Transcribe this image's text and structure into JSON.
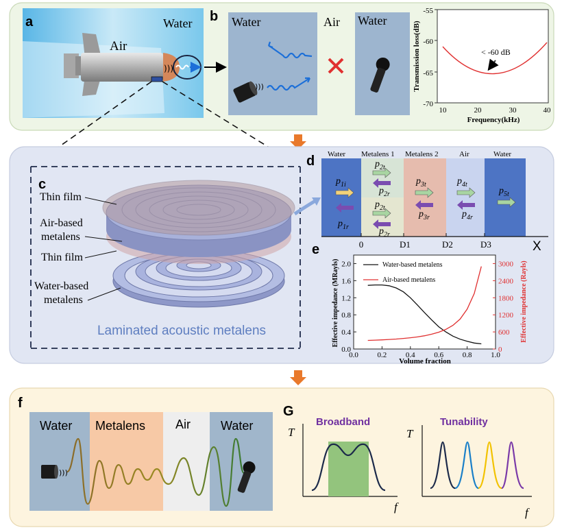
{
  "colors": {
    "panel_top_bg": "#eef5e6",
    "panel_mid_bg": "#e1e6f3",
    "panel_bot_bg": "#fdf4df",
    "water_blue": "#9db5cf",
    "deep_blue": "#4d74c4",
    "metalens1": "#d7e4d6",
    "metalens2": "#e6bcae",
    "air_light": "#c9d4ef",
    "orange_arrow": "#e9792b",
    "red": "#e03030",
    "purple_text": "#7030a0"
  },
  "panel_a": {
    "letter": "a",
    "water_label": "Water",
    "air_label": "Air"
  },
  "panel_b": {
    "letter": "b",
    "water_left": "Water",
    "air_mid": "Air",
    "water_right": "Water",
    "chart": {
      "ylabel": "Transmission loss(dB)",
      "xlabel": "Frequency(kHz)",
      "annotation": "< -60 dB",
      "xticks": [
        "10",
        "20",
        "30",
        "40"
      ],
      "yticks": [
        "-55",
        "-60",
        "-65",
        "-70"
      ]
    }
  },
  "panel_c": {
    "letter": "c",
    "labels": {
      "thin_film_top": "Thin film",
      "air_metalens_1": "Air-based",
      "air_metalens_2": "metalens",
      "thin_film_bottom": "Thin film",
      "water_metalens_1": "Water-based",
      "water_metalens_2": "metalens"
    },
    "caption": "Laminated acoustic metalens"
  },
  "panel_d": {
    "letter": "d",
    "regions": [
      "Water",
      "Metalens 1",
      "Metalens 2",
      "Air",
      "Water"
    ],
    "waves": {
      "p1i": "p",
      "p1i_sub": "1i",
      "p1r": "p",
      "p1r_sub": "1r",
      "p2t_a": "p",
      "p2t_a_sub": "2t",
      "p2r_a": "p",
      "p2r_a_sub": "2r",
      "p2t_b": "p",
      "p2t_b_sub": "2t",
      "p2r_b": "p",
      "p2r_b_sub": "2r",
      "p3t": "p",
      "p3t_sub": "3t",
      "p3r": "p",
      "p3r_sub": "3r",
      "p4t": "p",
      "p4t_sub": "4t",
      "p4r": "p",
      "p4r_sub": "4r",
      "p5t": "p",
      "p5t_sub": "5t"
    },
    "axis_ticks": [
      "0",
      "D1",
      "D2",
      "D3"
    ],
    "axis_label": "X"
  },
  "panel_e": {
    "letter": "e",
    "ylabel_left": "Effective impedance (MRayls)",
    "ylabel_right": "Effective impedance (Rayls)",
    "xlabel": "Volume fraction"
  },
  "chart_data": {
    "type": "line",
    "xlabel": "Volume fraction",
    "x": [
      0.1,
      0.15,
      0.2,
      0.25,
      0.3,
      0.35,
      0.4,
      0.45,
      0.5,
      0.55,
      0.6,
      0.65,
      0.7,
      0.75,
      0.8,
      0.85,
      0.9
    ],
    "xlim": [
      0.0,
      1.0
    ],
    "xticks": [
      "0.0",
      "0.2",
      "0.4",
      "0.6",
      "0.8",
      "1.0"
    ],
    "series": [
      {
        "name": "Water-based metalens",
        "axis": "left",
        "color": "#111111",
        "values": [
          1.49,
          1.5,
          1.5,
          1.48,
          1.43,
          1.34,
          1.2,
          1.03,
          0.85,
          0.68,
          0.52,
          0.4,
          0.3,
          0.23,
          0.18,
          0.14,
          0.12
        ]
      },
      {
        "name": "Air-based metalens",
        "axis": "right",
        "color": "#e03030",
        "values": [
          300,
          310,
          320,
          335,
          350,
          370,
          395,
          425,
          465,
          520,
          590,
          690,
          830,
          1050,
          1400,
          1950,
          2900
        ]
      }
    ],
    "ylabel_left": "Effective impedance (MRayls)",
    "ylim_left": [
      0.0,
      2.2
    ],
    "yticks_left": [
      "0.0",
      "0.4",
      "0.8",
      "1.2",
      "1.6",
      "2.0"
    ],
    "ylabel_right": "Effective impedance (Rayls)",
    "ylim_right": [
      0,
      3300
    ],
    "yticks_right": [
      "0",
      "600",
      "1200",
      "1800",
      "2400",
      "3000"
    ],
    "legend": "top-left"
  },
  "panel_f": {
    "letter": "f",
    "regions": [
      "Water",
      "Metalens",
      "Air",
      "Water"
    ]
  },
  "panel_g": {
    "letter": "G",
    "left_title": "Broadband",
    "right_title": "Tunability",
    "y_axis": "T",
    "x_axis": "f",
    "peak_colors": [
      "#1c2a4a",
      "#1a7fc8",
      "#f2c200",
      "#7a3aa8"
    ]
  }
}
